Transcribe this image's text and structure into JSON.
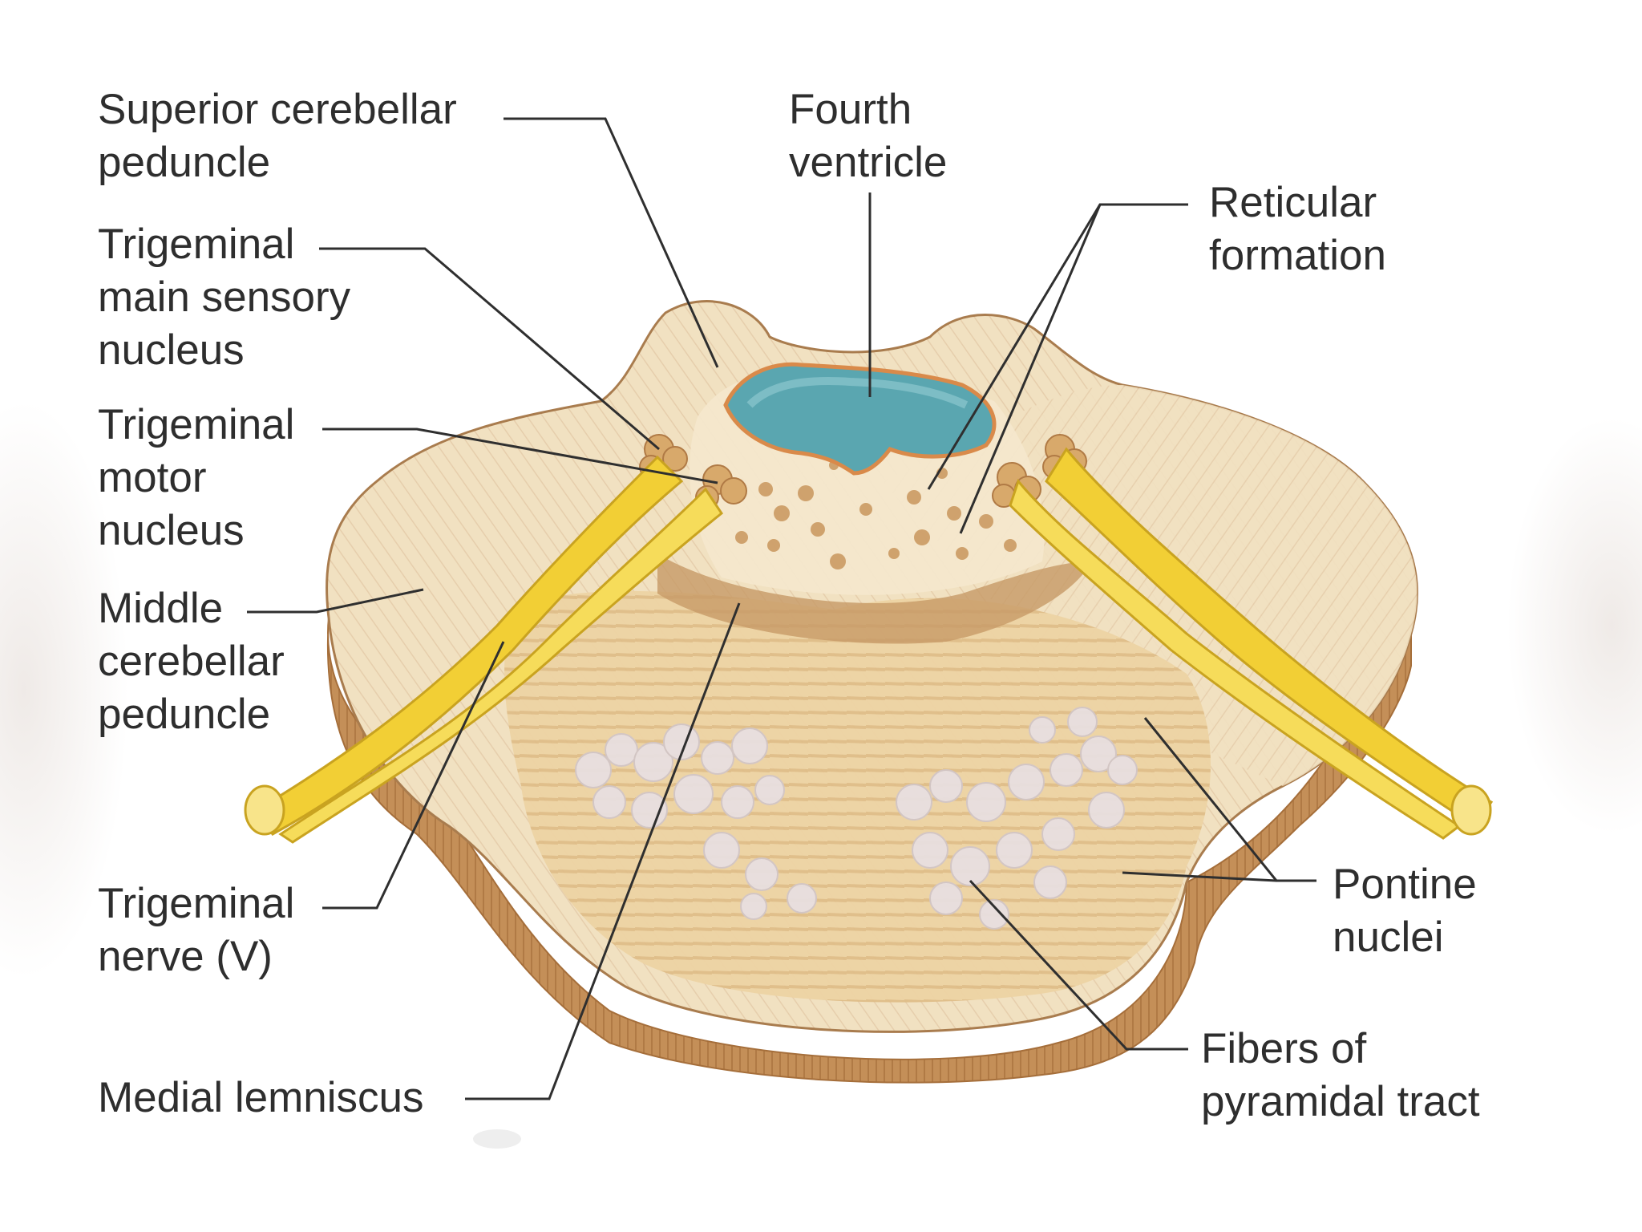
{
  "labels": {
    "superior_cerebellar_peduncle": [
      "Superior cerebellar",
      "peduncle"
    ],
    "trigeminal_main_sensory_nucleus": [
      "Trigeminal",
      "main sensory",
      "nucleus"
    ],
    "trigeminal_motor_nucleus": [
      "Trigeminal",
      "motor",
      "nucleus"
    ],
    "middle_cerebellar_peduncle": [
      "Middle",
      "cerebellar",
      "peduncle"
    ],
    "trigeminal_nerve": [
      "Trigeminal",
      "nerve (V)"
    ],
    "medial_lemniscus": [
      "Medial lemniscus"
    ],
    "fourth_ventricle": [
      "Fourth",
      "ventricle"
    ],
    "reticular_formation": [
      "Reticular",
      "formation"
    ],
    "pontine_nuclei": [
      "Pontine",
      "nuclei"
    ],
    "fibers_of_pyramidal_tract": [
      "Fibers of",
      "pyramidal tract"
    ]
  },
  "colors": {
    "tissue": "#f1e1c1",
    "tissue_shade": "#d7b487",
    "cut_edge": "#c8955c",
    "nerve": "#f2cf35",
    "ventricle": "#5aa6b0",
    "nucleus_spots": "#c9965d",
    "pontine_nuclei": "#e8dfe0",
    "leader_lines": "#2f2f2f",
    "label_text": "#2e2e2e"
  }
}
